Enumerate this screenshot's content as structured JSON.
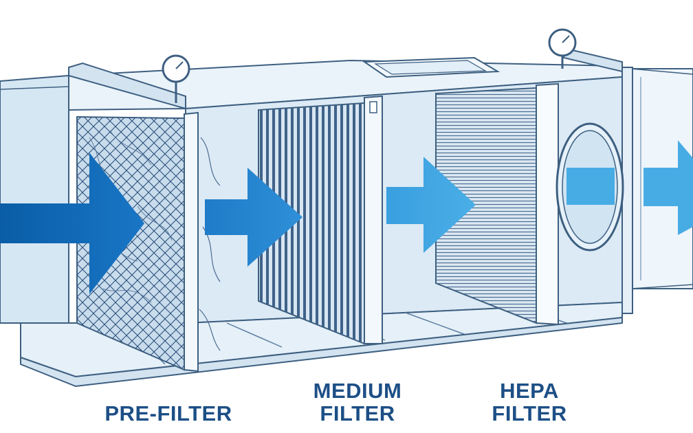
{
  "stages": [
    {
      "id": "pre-filter",
      "lines": [
        "PRE-FILTER"
      ]
    },
    {
      "id": "medium-filter",
      "lines": [
        "MEDIUM",
        "FILTER"
      ]
    },
    {
      "id": "hepa-filter",
      "lines": [
        "HEPA",
        "FILTER"
      ]
    }
  ],
  "colors": {
    "outline": "#3d5f80",
    "duct_fill": "#dceaf5",
    "duct_fill_light": "#eaf3fa",
    "arrow_dark": "#0f65b0",
    "arrow_mid": "#2b8bd3",
    "arrow_light": "#48ace4",
    "label": "#1d4f86",
    "mesh": "#2a4e7a"
  },
  "icons": [
    "pressure-gauge-icon",
    "pressure-gauge-icon",
    "access-hatch-icon",
    "airflow-arrow-icon"
  ]
}
